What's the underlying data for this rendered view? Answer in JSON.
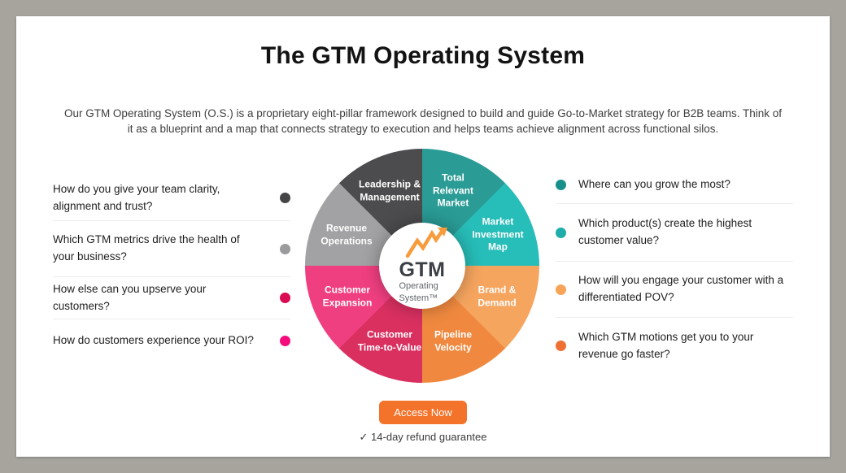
{
  "page": {
    "title": "The GTM Operating System",
    "description": "Our GTM Operating System (O.S.) is a proprietary eight-pillar framework designed to build and guide Go-to-Market strategy for B2B teams. Think of it as a blueprint and a map that connects strategy to execution and helps teams achieve alignment across functional silos."
  },
  "left_questions": [
    {
      "text": "How do you give your team clarity, alignment and trust?",
      "dot_color": "#454547"
    },
    {
      "text": "Which GTM metrics drive the health of your business?",
      "dot_color": "#9b9b9d"
    },
    {
      "text": "How else can you upserve your customers?",
      "dot_color": "#da0a53"
    },
    {
      "text": "How do customers experience your ROI?",
      "dot_color": "#f50c7c"
    }
  ],
  "right_questions": [
    {
      "text": "Where can you grow the most?",
      "dot_color": "#17908b"
    },
    {
      "text": "Which product(s) create the highest customer value?",
      "dot_color": "#1fadaa"
    },
    {
      "text": "How will you engage your customer with a differentiated POV?",
      "dot_color": "#f8a458"
    },
    {
      "text": "Which GTM motions get you to your revenue go faster?",
      "dot_color": "#ee7133"
    }
  ],
  "wheel": {
    "segments": [
      {
        "label": "Total Relevant Market",
        "color": "#2a9b95",
        "lines": [
          "Total",
          "Relevant",
          "Market"
        ]
      },
      {
        "label": "Market Investment Map",
        "color": "#27bdb8",
        "lines": [
          "Market",
          "Investment",
          "Map"
        ]
      },
      {
        "label": "Brand & Demand",
        "color": "#f6a55f",
        "lines": [
          "Brand &",
          "Demand"
        ]
      },
      {
        "label": "Pipeline Velocity",
        "color": "#f0893f",
        "lines": [
          "Pipeline",
          "Velocity"
        ]
      },
      {
        "label": "Customer Time-to-Value",
        "color": "#d93060",
        "lines": [
          "Customer",
          "Time-to-Value"
        ]
      },
      {
        "label": "Customer Expansion",
        "color": "#f03f80",
        "lines": [
          "Customer",
          "Expansion"
        ]
      },
      {
        "label": "Revenue Operations",
        "color": "#a2a2a4",
        "lines": [
          "Revenue",
          "Operations"
        ]
      },
      {
        "label": "Leadership & Management",
        "color": "#4c4c4e",
        "lines": [
          "Leadership &",
          "Management"
        ]
      }
    ],
    "center": {
      "brand": "GTM",
      "line1": "Operating",
      "line2": "System™",
      "arrow_color": "#f89b3c"
    }
  },
  "cta": {
    "button_label": "Access Now",
    "button_color": "#f4732b",
    "guarantee": "✓ 14-day refund guarantee"
  }
}
